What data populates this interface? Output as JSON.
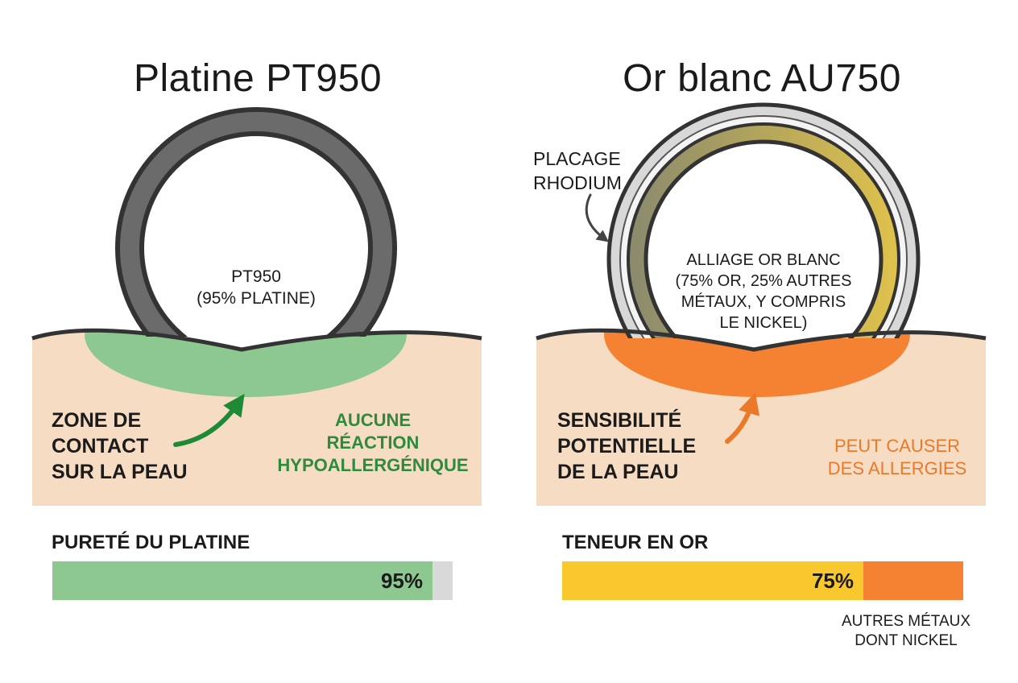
{
  "left": {
    "title": "Platine PT950",
    "ring_label": [
      "PT950",
      "(95% PLATINE)"
    ],
    "contact_label": [
      "ZONE DE",
      "CONTACT",
      "SUR LA PEAU"
    ],
    "reaction_label": [
      "AUCUNE",
      "RÉACTION",
      "HYPOALLERGÉNIQUE"
    ],
    "bar": {
      "title": "PURETÉ DU PLATINE",
      "value_label": "95%",
      "percent": 95
    }
  },
  "right": {
    "title": "Or blanc AU750",
    "plating_label": [
      "PLACAGE",
      "RHODIUM"
    ],
    "ring_label": [
      "ALLIAGE OR BLANC",
      "(75% OR, 25% AUTRES",
      "MÉTAUX, Y COMPRIS",
      "LE NICKEL)"
    ],
    "sensitivity_label": [
      "SENSIBILITÉ",
      "POTENTIELLE",
      "DE LA PEAU"
    ],
    "allergy_label": [
      "PEUT CAUSER",
      "DES ALLERGIES"
    ],
    "bar": {
      "title": "TENEUR EN OR",
      "value_label": "75%",
      "percent": 75,
      "rest_label": [
        "AUTRES MÉTAUX",
        "DONT NICKEL"
      ]
    }
  },
  "colors": {
    "skin": "#f7dcc4",
    "green_zone": "#8cc890",
    "green_text": "#2f8a3c",
    "green_arrow": "#1f8a36",
    "orange_zone": "#f58233",
    "orange_text": "#ea7a2a",
    "platinum_ring": "#6b6b6b",
    "gold_bar": "#f9c82e",
    "bar_empty": "#d9d9d9",
    "outline": "#333333"
  },
  "icons": [
    "arrow-icon"
  ]
}
